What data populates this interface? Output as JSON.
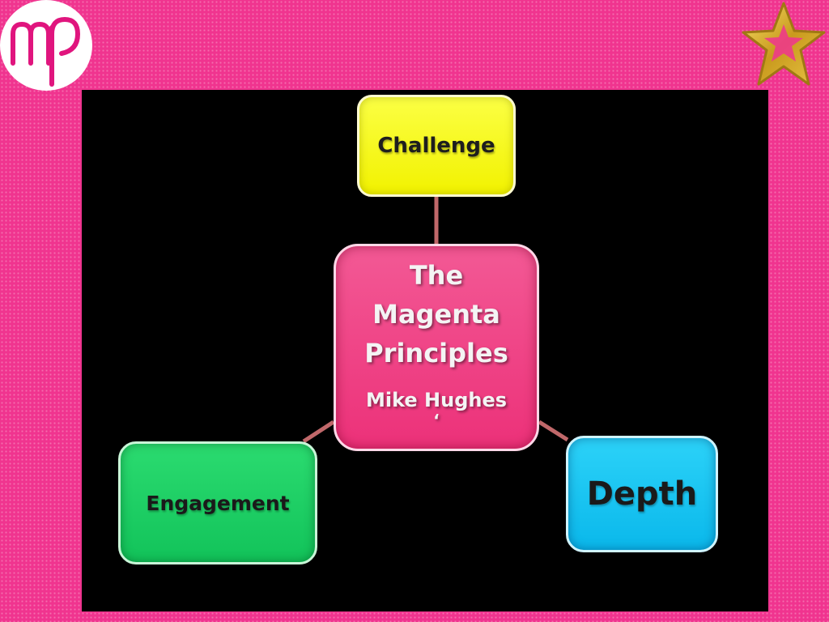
{
  "diagram": {
    "nodes": {
      "challenge": "Challenge",
      "center_title": [
        "The",
        "Magenta",
        "Principles"
      ],
      "center_author": "Mike Hughes",
      "center_mark": "‘",
      "engagement": "Engagement",
      "depth": "Depth"
    },
    "colors": {
      "slide_background": "#f0348f",
      "panel": "#000000",
      "challenge": "#f6f716",
      "center": "#ee3d80",
      "engagement": "#19c960",
      "depth": "#14bff0",
      "connector": "#c0686a"
    }
  }
}
